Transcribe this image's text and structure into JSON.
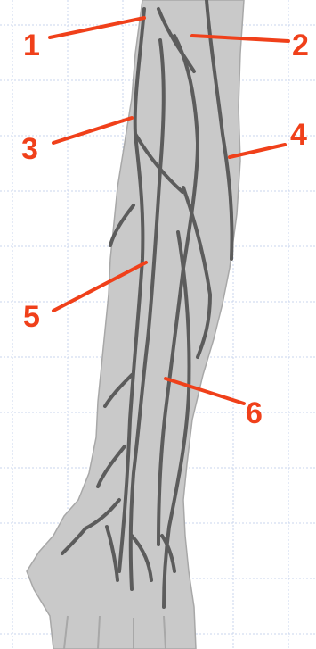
{
  "labels": [
    {
      "id": "1",
      "text": "1"
    },
    {
      "id": "2",
      "text": "2"
    },
    {
      "id": "3",
      "text": "3"
    },
    {
      "id": "4",
      "text": "4"
    },
    {
      "id": "5",
      "text": "5"
    },
    {
      "id": "6",
      "text": "6"
    }
  ],
  "colors": {
    "background": "#ffffff",
    "grid": "#c8d4ec",
    "skin": "#c9c9c9",
    "skin_edge": "#a8a8a8",
    "vein": "#5c5c5c",
    "label": "#f0401a"
  }
}
